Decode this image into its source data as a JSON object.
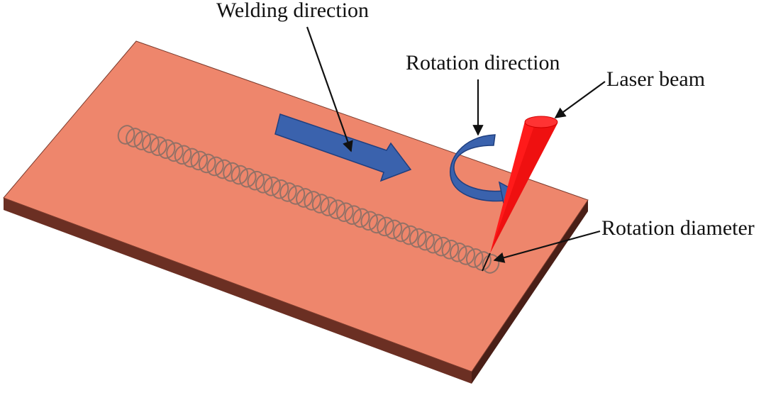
{
  "labels": {
    "welding_direction": "Welding direction",
    "rotation_direction": "Rotation direction",
    "laser_beam": "Laser beam",
    "rotation_diameter": "Rotation diameter"
  },
  "colors": {
    "plate_top": "#ee866c",
    "plate_side": "#6b2f23",
    "plate_side_dark": "#4a1f17",
    "weld_loops": "#8a6f66",
    "arrow_blue": "#3a62ad",
    "arrow_blue_dark": "#1f3f7f",
    "laser_red": "#ff1a1a",
    "laser_red_dark": "#d00000"
  }
}
